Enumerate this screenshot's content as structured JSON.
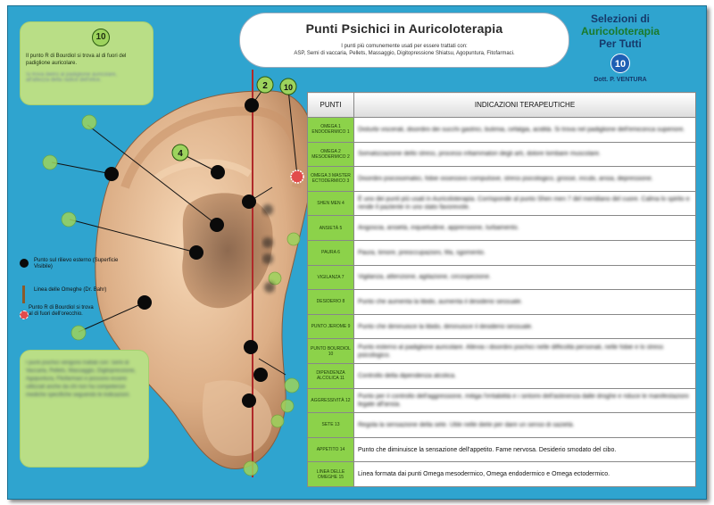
{
  "title": "Punti Psichici in Auricoloterapia",
  "subtitle_line1": "I punti più comunemente usati per essere trattati con:",
  "subtitle_line2": "ASP, Semi di vaccaria, Pellets, Massaggio, Digitopressione Shiatsu, Agopuntura, Fitofarmaci.",
  "series": {
    "line1": "Selezioni di",
    "line2": "Auricoloterapia",
    "line3": "Per Tutti",
    "number": "10",
    "author": "Dott. P. VENTURA"
  },
  "note_top": {
    "number": "10",
    "text": "Il punto R di Bourdiol si trova al di fuori del padiglione auricolare.",
    "blurred": "Si trova dietro al padiglione auricolare, all'altezza della radice dell'elice."
  },
  "legend": {
    "black_point": "Punto sul rilievo esterno (Superficie Visibile)",
    "omega_line": "Linea delle Omeghe (Dr. Bahr)",
    "bourdiol": "Punto R di Bourdiol si trova al di fuori dell'orecchio."
  },
  "note_bottom": {
    "blurred": "I punti psichici vengono trattati con: Semi di Vaccaria, Pellets, Massaggio, Digitopressione, Agopuntura, Fitofarmaci e possono essere utilizzati anche da chi non ha competenze mediche specifiche seguendo le indicazioni."
  },
  "ear_labels": {
    "l2": "2",
    "l10": "10",
    "l4": "4"
  },
  "table": {
    "col_points": "PUNTI",
    "col_indications": "INDICAZIONI TERAPEUTICHE",
    "rows": [
      {
        "point": "OMEGA 1 ENDODERMICO 1",
        "text": "Disturbi viscerali, disordini dei succhi gastrici, bulimia, cefalgia, acidità. Si trova nel padiglione dell'emiconca superiore.",
        "clear": false
      },
      {
        "point": "OMEGA 2 MESODERMICO 2",
        "text": "Somatizzazione dello stress, processi infiammatori degli arti, dolore lombare muscolare.",
        "clear": false
      },
      {
        "point": "OMEGA 3 MASTER ECTODERMICO 3",
        "text": "Disordini psicosomatici, fobie ossessivo compulsive, stress psicologico, grosse, incubi, ansia, depressione.",
        "clear": false
      },
      {
        "point": "SHEN MEN 4",
        "text": "È uno dei punti più usati in Auricoloterapia. Corrisponde al punto Shen men 7 del meridiano del cuore. Calma lo spirito e rende il paziente in uno stato favorevole.",
        "clear": false
      },
      {
        "point": "ANSIETÀ 5",
        "text": "Angoscia, ansietà, inquietudine, apprensione, turbamento.",
        "clear": false
      },
      {
        "point": "PAURA 6",
        "text": "Paura, timore, preoccupazioni, fifa, sgomento.",
        "clear": false
      },
      {
        "point": "VIGILANZA 7",
        "text": "Vigilanza, attenzione, agitazione, circospezione.",
        "clear": false
      },
      {
        "point": "DESIDERIO 8",
        "text": "Punto che aumenta la libido, aumenta il desiderio sessuale.",
        "clear": false
      },
      {
        "point": "PUNTO JEROME 9",
        "text": "Punto che diminuisce la libido, diminuisce il desiderio sessuale.",
        "clear": false
      },
      {
        "point": "PUNTO BOURDIOL 10",
        "text": "Punto esterno al padiglione auricolare. Allevia i disordini psichici nelle difficoltà personali, nelle fobie e lo stress psicologico.",
        "clear": false
      },
      {
        "point": "DIPENDENZA ALCOLICA 11",
        "text": "Controllo della dipendenza alcolica.",
        "clear": false
      },
      {
        "point": "AGGRESSIVITÀ 12",
        "text": "Punto per il controllo dell'aggressione, mitiga l'irritabilità e i sintomi dell'astinenza dalle droghe e riduce le manifestazioni legate all'ansia.",
        "clear": false
      },
      {
        "point": "SETE 13",
        "text": "Regola la sensazione della sete. Utile nelle diete per dare un senso di sazietà.",
        "clear": false
      },
      {
        "point": "APPETITO 14",
        "text": "Punto che diminuisce la sensazione dell'appetito. Fame nervosa. Desiderio smodato del cibo.",
        "clear": true
      },
      {
        "point": "LINEA DELLE OMEGHE 15",
        "text": "Linea formata dai punti Omega mesodermico, Omega endodermico e Omega ectodermico.",
        "clear": true
      }
    ]
  }
}
